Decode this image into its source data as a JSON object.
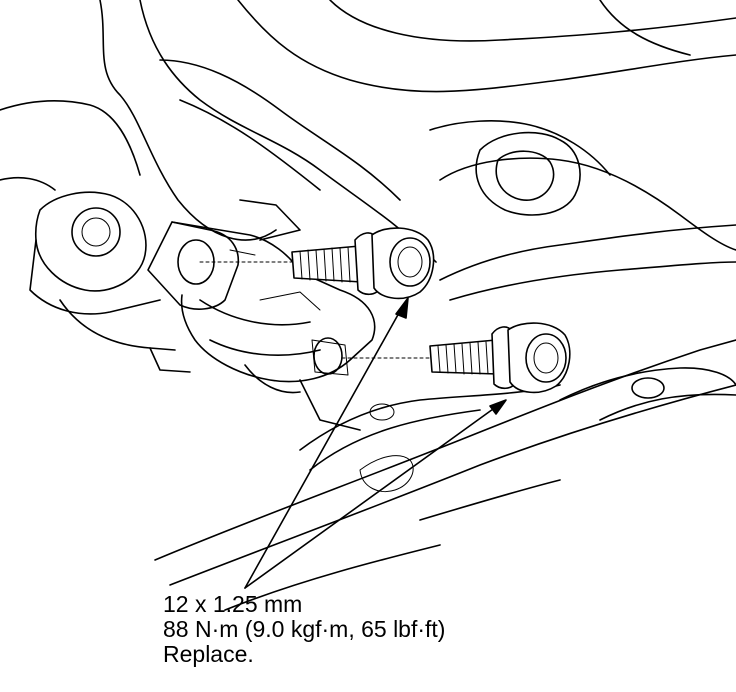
{
  "callout": {
    "size": "12 x 1.25 mm",
    "torque": "88 N·m (9.0 kgf·m, 65 lbf·ft)",
    "note": "Replace."
  }
}
